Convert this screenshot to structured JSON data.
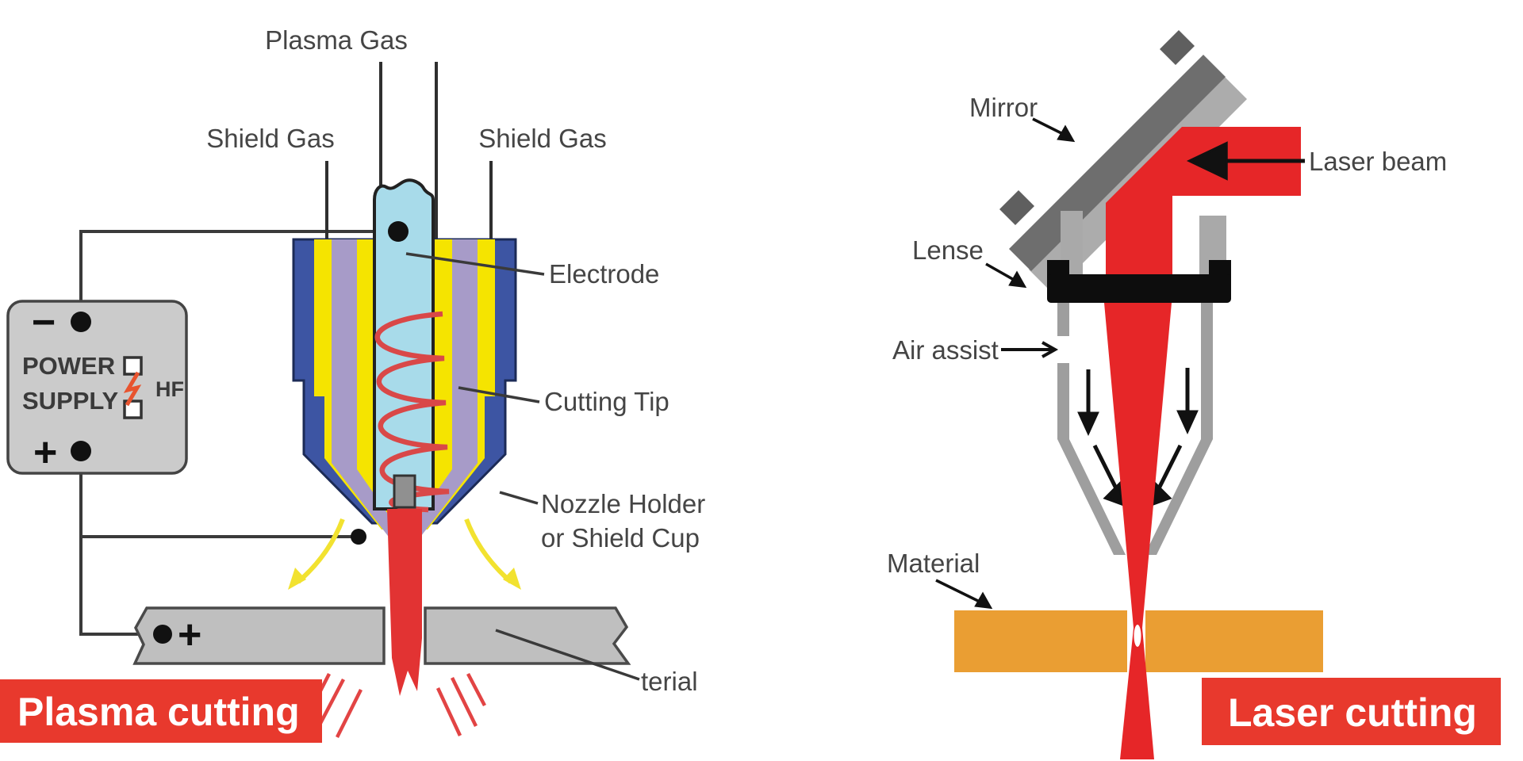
{
  "left_panel": {
    "banner": {
      "label": "Plasma cutting"
    },
    "labels": {
      "plasma_gas": "Plasma Gas",
      "shield_gas_left": "Shield Gas",
      "shield_gas_right": "Shield Gas",
      "electrode": "Electrode",
      "cutting_tip": "Cutting Tip",
      "nozzle_holder_line1": "Nozzle Holder",
      "nozzle_holder_line2": "or Shield Cup",
      "material_partial": "terial"
    },
    "power_supply": {
      "line1": "POWER",
      "line2": "SUPPLY",
      "hf": "HF",
      "minus": "−",
      "plus": "+"
    },
    "workpiece_polarity": "+",
    "colors": {
      "torch_blue": "#3D55A3",
      "insulator_yellow": "#F5E400",
      "shield_purple": "#A79BC8",
      "electrode_blue": "#A8DBEA",
      "coil_red": "#D94848",
      "jet_red": "#E23333",
      "metal_gray": "#BFBFBF",
      "arrow_yellow": "#F2E230",
      "supply_gray": "#CBCBCB",
      "hf_spark_orange": "#E8542F"
    }
  },
  "right_panel": {
    "banner": {
      "label": "Laser cutting"
    },
    "labels": {
      "mirror": "Mirror",
      "laser_beam": "Laser beam",
      "lense": "Lense",
      "air_assist": "Air assist",
      "material": "Material"
    },
    "colors": {
      "beam_red": "#E62628",
      "mirror_gray": "#6E6E6E",
      "mirror_shadow_gray": "#ACACAC",
      "nozzle_gray": "#9E9E9E",
      "lens_black": "#0D0D0D",
      "material_orange": "#EA9E33"
    }
  },
  "shared": {
    "banner_red": "#E8392D",
    "label_gray": "#454545"
  }
}
